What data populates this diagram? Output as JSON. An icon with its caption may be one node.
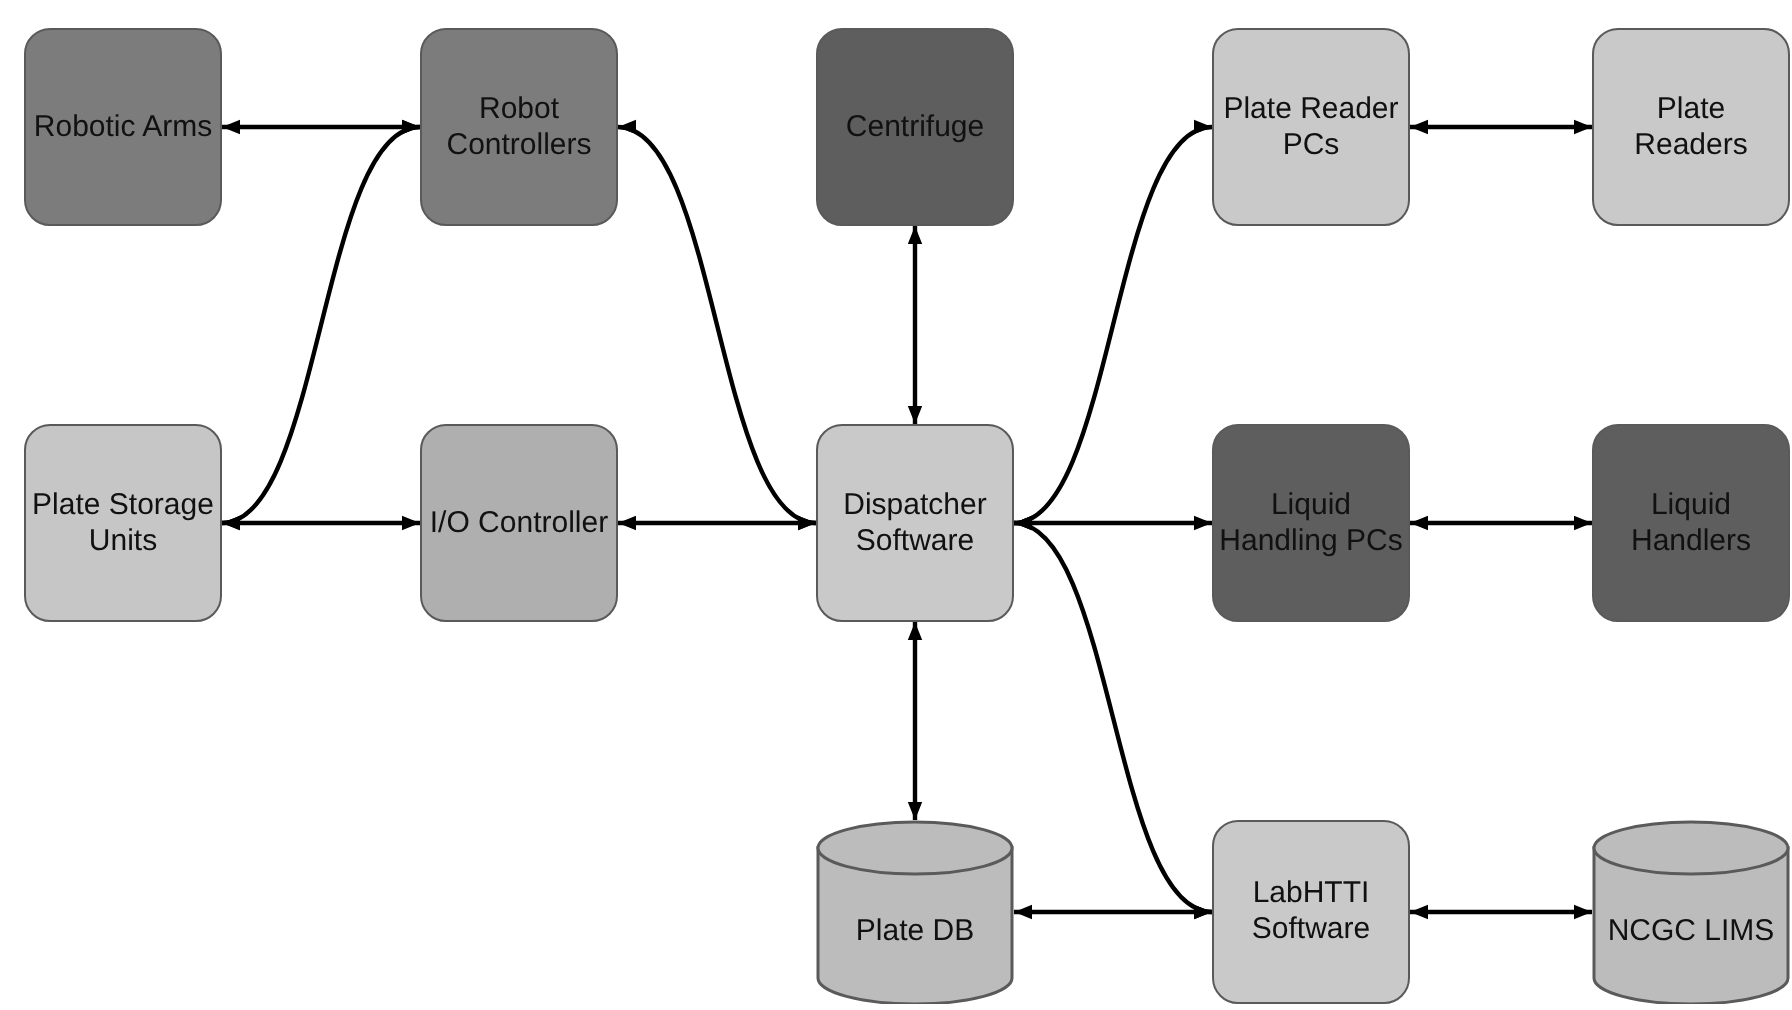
{
  "diagram": {
    "nodes": [
      {
        "text": [
          "Robotic Arms"
        ]
      },
      {
        "text": [
          "Robot Controllers"
        ]
      },
      {
        "text": [
          "Centrifuge"
        ]
      },
      {
        "text": [
          "Plate Reader PCs"
        ]
      },
      {
        "text": [
          "Plate Readers"
        ]
      },
      {
        "text": [
          "Plate Storage Units"
        ]
      },
      {
        "text": [
          "I/O Controller"
        ]
      },
      {
        "text": [
          "Dispatcher Software"
        ]
      },
      {
        "text": [
          "Liquid Handling PCs"
        ]
      },
      {
        "text": [
          "Liquid Handlers"
        ]
      },
      {
        "text": [
          "Plate DB"
        ]
      },
      {
        "text": [
          "LabHTTI Software"
        ]
      },
      {
        "text": [
          "NCGC LIMS"
        ]
      }
    ],
    "edges": [
      {
        "from": 0,
        "to": 1,
        "arrow": "both"
      },
      {
        "from": 5,
        "to": 1,
        "arrow": "both"
      },
      {
        "from": 5,
        "to": 6,
        "arrow": "both"
      },
      {
        "from": 6,
        "to": 7,
        "arrow": "both"
      },
      {
        "from": 1,
        "to": 7,
        "arrow": "both"
      },
      {
        "from": 2,
        "to": 7,
        "arrow": "both"
      },
      {
        "from": 7,
        "to": 3,
        "arrow": "both"
      },
      {
        "from": 7,
        "to": 8,
        "arrow": "both"
      },
      {
        "from": 3,
        "to": 4,
        "arrow": "both"
      },
      {
        "from": 8,
        "to": 9,
        "arrow": "both"
      },
      {
        "from": 7,
        "to": 10,
        "arrow": "both"
      },
      {
        "from": 7,
        "to": 11,
        "arrow": "both"
      },
      {
        "from": 10,
        "to": 11,
        "arrow": "both"
      },
      {
        "from": 11,
        "to": 12,
        "arrow": "both"
      }
    ]
  }
}
